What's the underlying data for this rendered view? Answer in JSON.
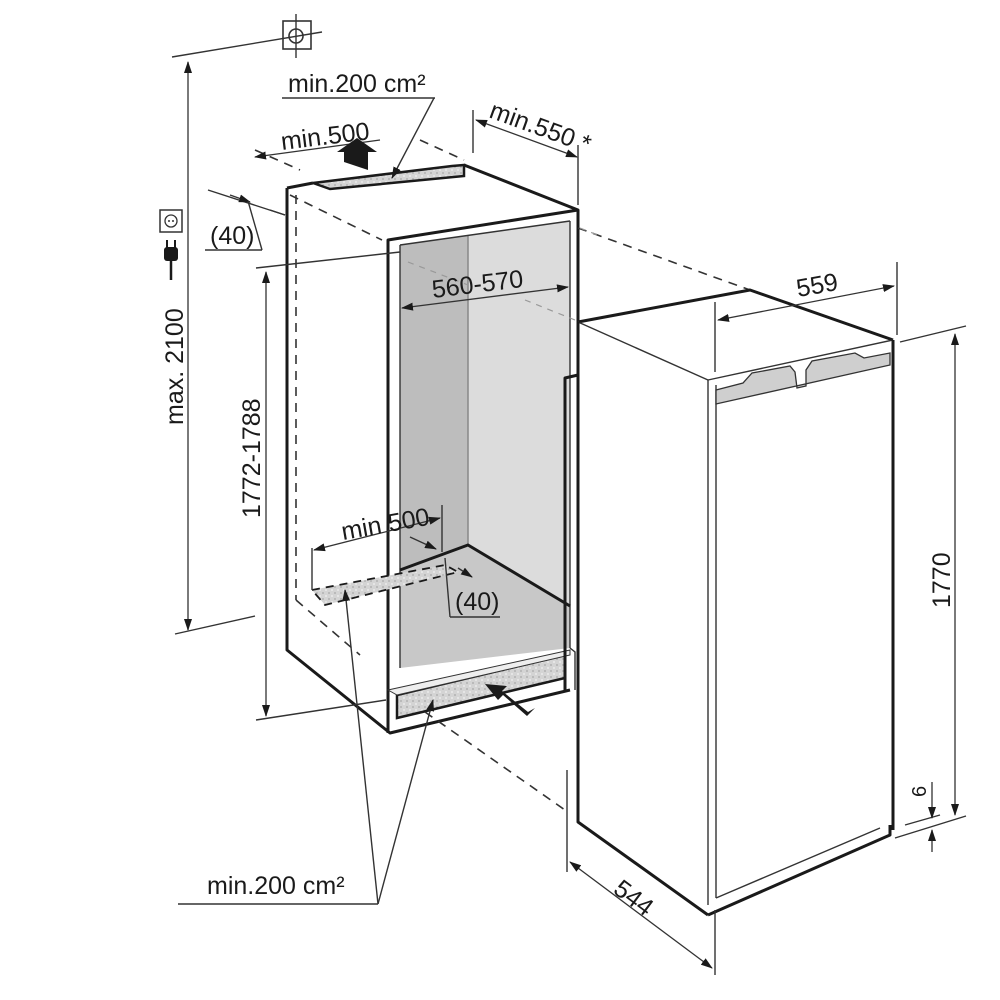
{
  "diagram": {
    "type": "built-in refrigerator installation dimensions",
    "units": "mm",
    "colors": {
      "line": "#1a1a1a",
      "niche_back_dark": "#bdbdbd",
      "niche_back_light": "#dcdcdc",
      "niche_floor": "#c8c8c8",
      "vent_grille": "#d0d0d0"
    },
    "icons": [
      "socket-icon",
      "plug-icon",
      "ceiling-fixture-icon",
      "airflow-arrow-up-icon",
      "airflow-arrow-in-icon"
    ],
    "labels": {
      "top_vent_area": "min.200 cm²",
      "top_vent_width": "min.500",
      "niche_depth": "min.550 *",
      "top_vent_offset": "(40)",
      "max_height": "max. 2100",
      "niche_width": "560-570",
      "niche_height": "1772-1788",
      "bottom_vent_width": "min 500",
      "bottom_vent_offset": "(40)",
      "bottom_vent_area": "min.200 cm²",
      "appliance_width": "559",
      "appliance_height": "1770",
      "plinth_gap": "6",
      "appliance_depth": "544"
    }
  }
}
